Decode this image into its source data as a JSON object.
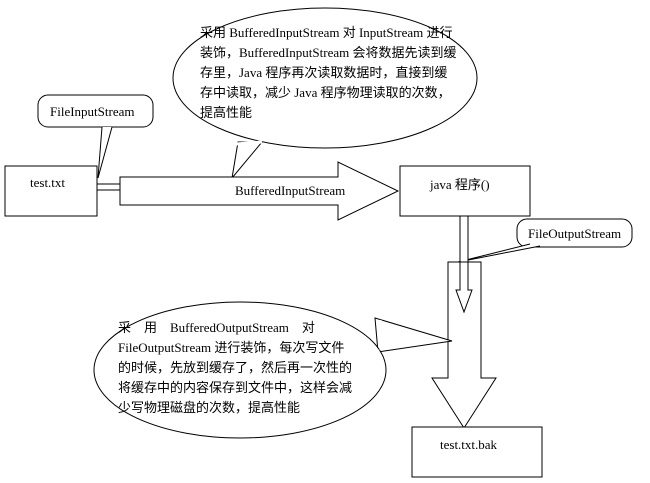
{
  "nodes": {
    "source_file": "test.txt",
    "program": "java 程序()",
    "target_file": "test.txt.bak"
  },
  "callouts": {
    "file_input_stream": "FileInputStream",
    "file_output_stream": "FileOutputStream"
  },
  "arrows": {
    "buffered_input_stream": "BufferedInputStream"
  },
  "notes": {
    "input_note": [
      "采用 BufferedInputStream 对 InputStream 进行",
      "装饰，BufferedInputStream 会将数据先读到缓",
      "存里，Java 程序再次读取数据时，直接到缓",
      "存中读取，减少 Java 程序物理读取的次数，",
      "提高性能"
    ],
    "output_note": [
      "采　用　BufferedOutputStream　对",
      "FileOutputStream 进行装饰，每次写文件",
      "的时候，先放到缓存了，然后再一次性的",
      "将缓存中的内容保存到文件中，这样会减",
      "少写物理磁盘的次数，提高性能"
    ]
  }
}
